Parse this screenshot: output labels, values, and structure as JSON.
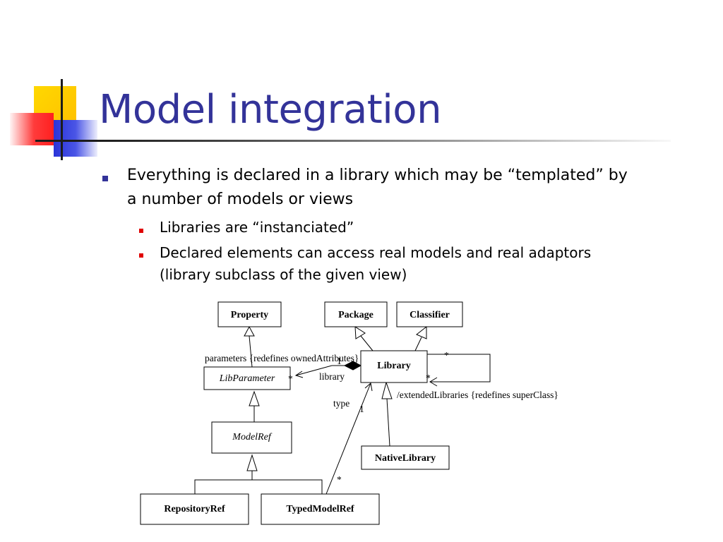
{
  "slide": {
    "title": "Model integration",
    "bullets": [
      {
        "text_line1": "Everything is declared in a library which may be “templated” by",
        "text_line2": "a number of models or views",
        "sub": [
          {
            "text_line1": "Libraries are “instanciated”"
          },
          {
            "text_line1": "Declared elements can access real models and real adaptors",
            "text_line2": "(library subclass of the given view)"
          }
        ]
      }
    ]
  },
  "diagram": {
    "classes": {
      "property": "Property",
      "package": "Package",
      "classifier": "Classifier",
      "library": "Library",
      "lib_parameter": "LibParameter",
      "model_ref": "ModelRef",
      "native_library": "NativeLibrary",
      "repository_ref": "RepositoryRef",
      "typed_model_ref": "TypedModelRef"
    },
    "labels": {
      "parameters": "parameters {redefines ownedAttributes}",
      "library_role": "library",
      "mult_param_star": "*",
      "mult_library_one": "1",
      "self_star_top": "*",
      "self_star_bottom": "*",
      "extended": "/extendedLibraries {redefines superClass}",
      "type_role": "type",
      "type_one": "1",
      "typed_star": "*"
    }
  },
  "colors": {
    "title": "#333399",
    "bullet_l1": "#333399",
    "bullet_l2": "#e00000"
  }
}
